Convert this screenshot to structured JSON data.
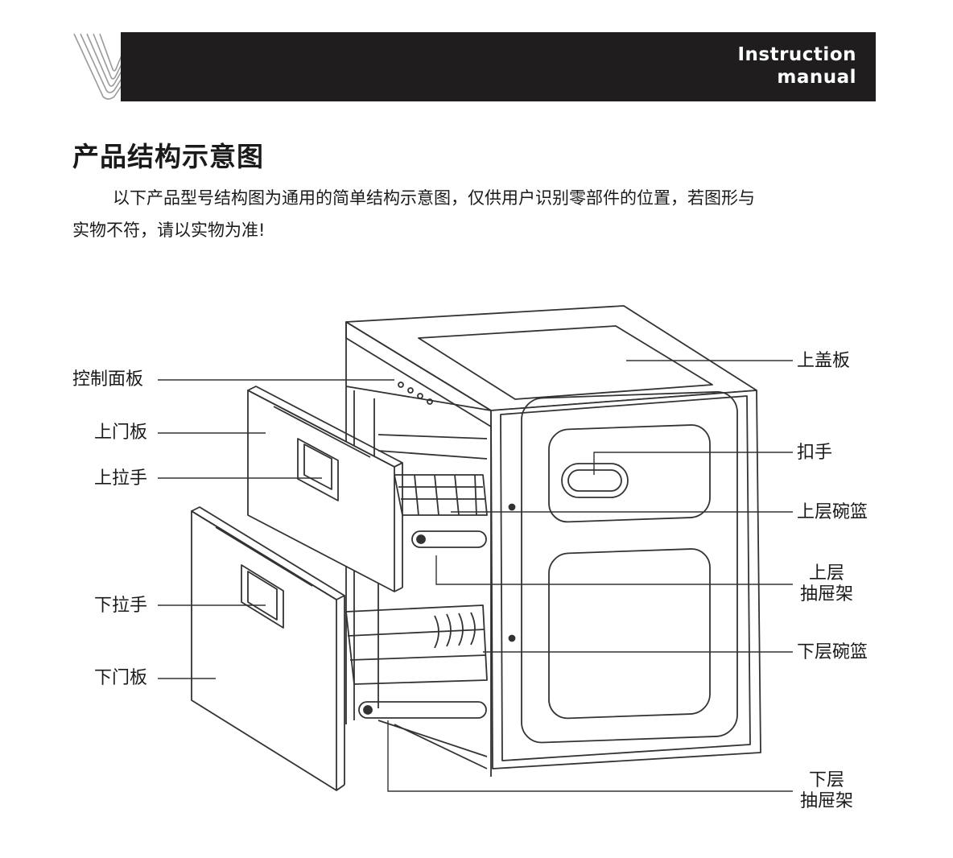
{
  "header": {
    "title_line1": "Instruction",
    "title_line2": "manual"
  },
  "section": {
    "title": "产品结构示意图",
    "intro_line1": "以下产品型号结构图为通用的简单结构示意图，仅供用户识别零部件的位置，若图形与",
    "intro_line2": "实物不符，请以实物为准!"
  },
  "callouts": {
    "control_panel": "控制面板",
    "upper_door": "上门板",
    "upper_handle": "上拉手",
    "lower_handle": "下拉手",
    "lower_door": "下门板",
    "top_cover": "上盖板",
    "grip": "扣手",
    "upper_basket": "上层碗篮",
    "upper_rack_line1": "上层",
    "upper_rack_line2": "抽屉架",
    "lower_basket": "下层碗篮",
    "lower_rack_line1": "下层",
    "lower_rack_line2": "抽屉架"
  },
  "colors": {
    "header_bar": "#1f1d1e",
    "text": "#1a1a1a",
    "line_art": "#333333"
  }
}
